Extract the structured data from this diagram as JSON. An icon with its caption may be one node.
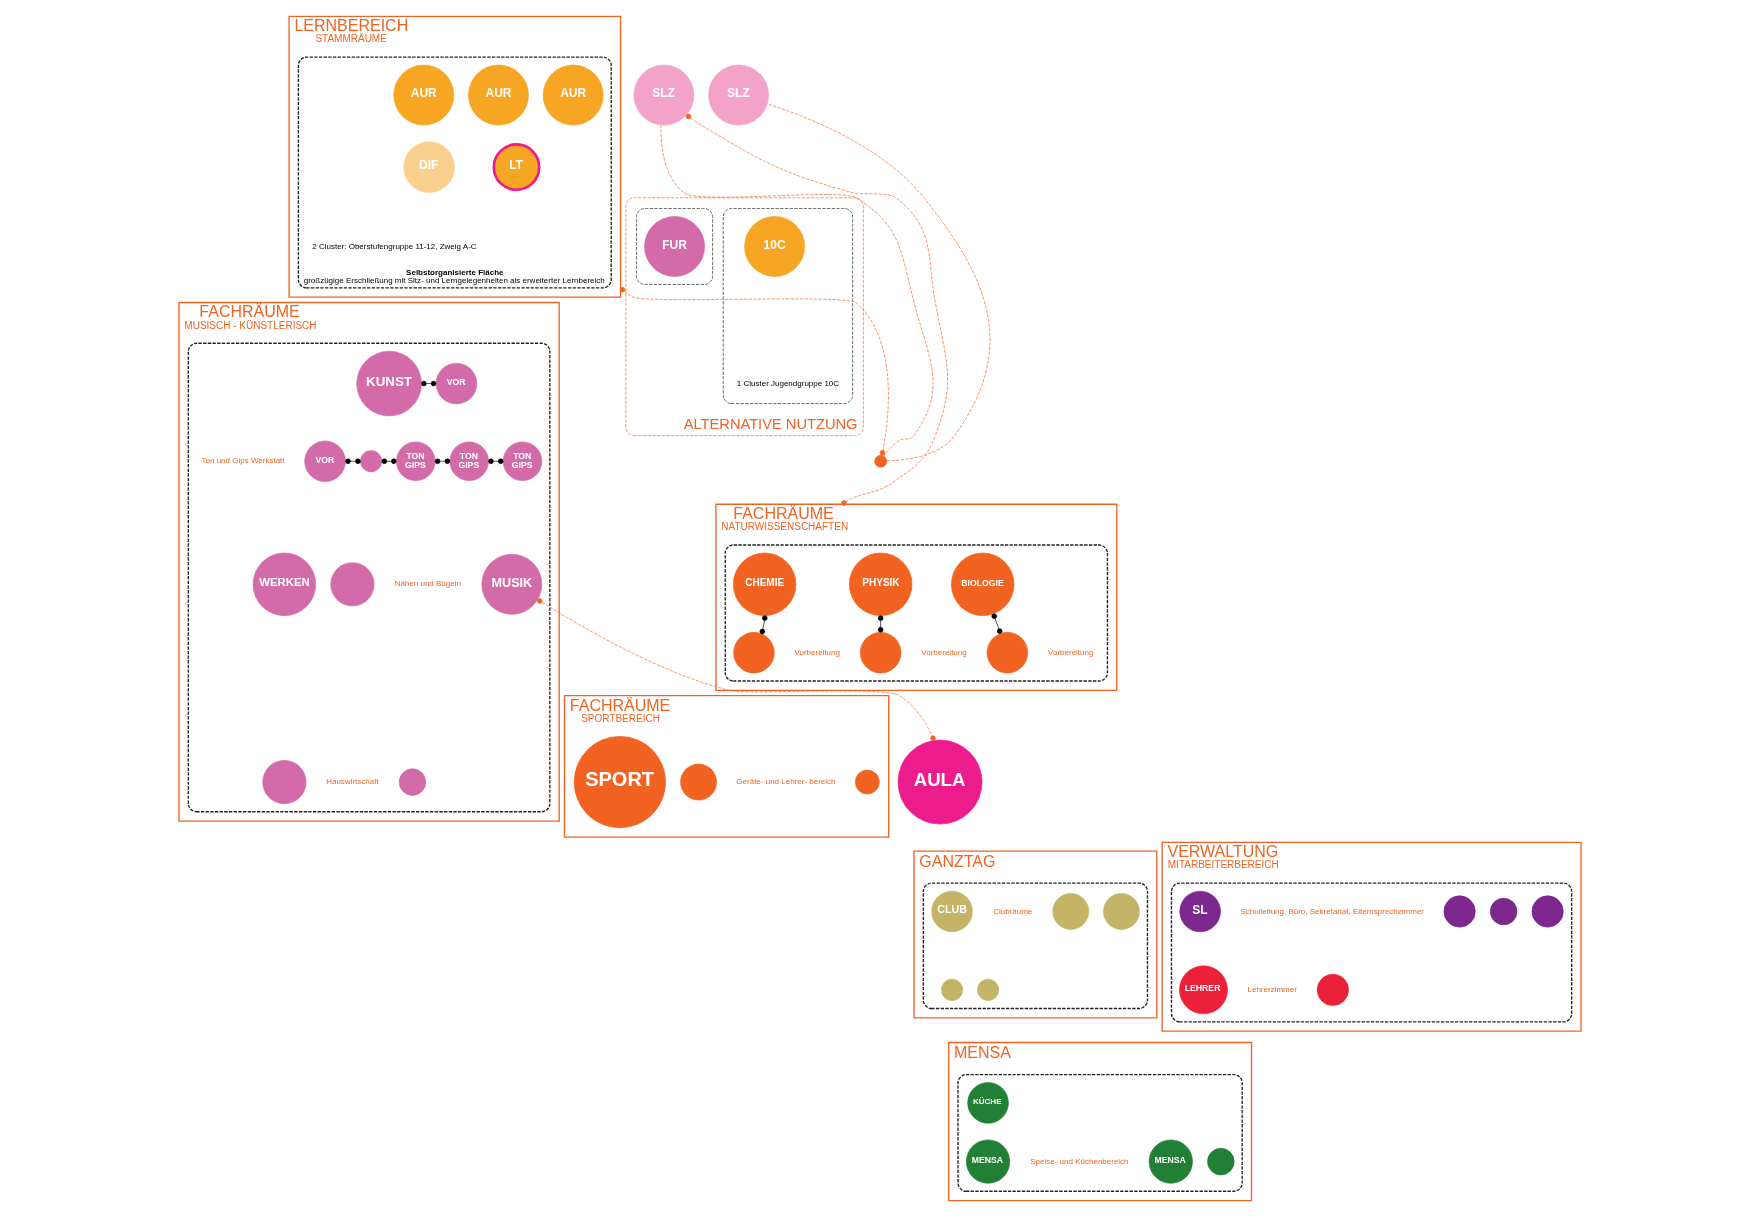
{
  "diagram": {
    "nodes": [
      {
        "text": [
          "LERNBEREICH",
          "STAMMRÄUME"
        ]
      },
      {
        "text": [
          "Selbstorganisierte Fläche",
          "großzügige Erschließung mit Sitz- und Lerngelegenheiten als erweiterter Lernbereich"
        ],
        "beside": [
          "2 Cluster: Oberstufengruppe 11-12, Zweig A-C"
        ],
        "in": 0
      },
      {
        "text": [
          "AUR"
        ],
        "in": 1
      },
      {
        "text": [
          "AUR"
        ],
        "in": 1
      },
      {
        "text": [
          "AUR"
        ],
        "in": 1
      },
      {
        "text": [
          "DIF"
        ],
        "in": 1
      },
      {
        "text": [
          "LT"
        ],
        "in": 1
      },
      {
        "text": [
          "ALTERNATIVE NUTZUNG"
        ]
      },
      {
        "text": [],
        "shape": "box",
        "beside": [
          "1 Cluster Jugendgruppe 10C"
        ],
        "in": 7
      },
      {
        "text": [
          "10C"
        ],
        "in": 8
      },
      {
        "text": [],
        "shape": "box",
        "in": 7
      },
      {
        "text": [
          "FUR"
        ],
        "in": 10
      },
      {
        "text": [
          "FACHRÄUME",
          "MUSISCH - KÜNSTLERISCH"
        ]
      },
      {
        "text": [],
        "shape": "box",
        "in": 12
      },
      {
        "text": [
          "KUNST"
        ],
        "in": 13
      },
      {
        "text": [
          "VOR"
        ],
        "in": 13
      },
      {
        "text": [
          "VOR"
        ],
        "beside": [
          "Ton und Gips Werkstatt"
        ],
        "in": 13
      },
      {
        "text": [],
        "shape": "circle",
        "in": 13
      },
      {
        "text": [
          "TON GIPS"
        ],
        "in": 13
      },
      {
        "text": [
          "TON GIPS"
        ],
        "in": 13
      },
      {
        "text": [
          "TON GIPS"
        ],
        "in": 13
      },
      {
        "text": [
          "WERKEN"
        ],
        "in": 13
      },
      {
        "text": [],
        "shape": "circle",
        "beside": [
          "Nähen und Bügeln"
        ],
        "in": 13
      },
      {
        "text": [
          "MUSIK"
        ],
        "in": 13
      },
      {
        "text": [],
        "shape": "circle",
        "beside": [
          "Hauswirtschaft"
        ],
        "in": 13
      },
      {
        "text": [],
        "shape": "circle",
        "in": 13
      },
      {
        "text": [],
        "shape": "circle"
      },
      {
        "text": [
          "SLZ"
        ]
      },
      {
        "text": [
          "SLZ"
        ]
      },
      {
        "text": [
          "AULA"
        ]
      },
      {
        "text": [
          "FACHRÄUME",
          "NATURWISSENSCHAFTEN"
        ]
      },
      {
        "text": [],
        "shape": "box",
        "in": 30
      },
      {
        "text": [
          "CHEMIE"
        ],
        "in": 31
      },
      {
        "text": [
          "PHYSIK"
        ],
        "in": 31
      },
      {
        "text": [
          "BIOLOGIE"
        ],
        "in": 31
      },
      {
        "text": [],
        "shape": "circle",
        "beside": [
          "Vorbereitung"
        ],
        "in": 31
      },
      {
        "text": [],
        "shape": "circle",
        "beside": [
          "Vorbereitung"
        ],
        "in": 31
      },
      {
        "text": [],
        "shape": "circle",
        "beside": [
          "Vorbereitung"
        ],
        "in": 31
      },
      {
        "text": [
          "FACHRÄUME",
          "SPORTBEREICH"
        ]
      },
      {
        "text": [
          "SPORT"
        ],
        "in": 38
      },
      {
        "text": [],
        "shape": "circle",
        "beside": [
          "Geräte- und Lehrer- bereich"
        ],
        "in": 38
      },
      {
        "text": [],
        "shape": "circle",
        "in": 38
      },
      {
        "text": [
          "GANZTAG"
        ]
      },
      {
        "text": [],
        "shape": "box",
        "in": 42
      },
      {
        "text": [
          "CLUB"
        ],
        "beside": [
          "Clubräume"
        ],
        "in": 43
      },
      {
        "text": [],
        "shape": "circle",
        "in": 43
      },
      {
        "text": [],
        "shape": "circle",
        "in": 43
      },
      {
        "text": [],
        "shape": "circle",
        "in": 43
      },
      {
        "text": [],
        "shape": "circle",
        "in": 43
      },
      {
        "text": [
          "VERWALTUNG",
          "MITARBEITERBEREICH"
        ]
      },
      {
        "text": [],
        "shape": "box",
        "in": 49
      },
      {
        "text": [
          "SL"
        ],
        "beside": [
          "Schulleitung, Büro, Sekretariat, Elternsprechzimmer"
        ],
        "in": 50
      },
      {
        "text": [],
        "shape": "circle",
        "in": 50
      },
      {
        "text": [],
        "shape": "circle",
        "in": 50
      },
      {
        "text": [],
        "shape": "circle",
        "in": 50
      },
      {
        "text": [
          "LEHRER"
        ],
        "beside": [
          "Lehrerzimmer"
        ],
        "in": 50
      },
      {
        "text": [],
        "shape": "circle",
        "in": 50
      },
      {
        "text": [
          "MENSA"
        ]
      },
      {
        "text": [],
        "shape": "box",
        "in": 57
      },
      {
        "text": [
          "KÜCHE"
        ],
        "in": 58
      },
      {
        "text": [
          "MENSA"
        ],
        "beside": [
          "Speise- und Küchenbereich"
        ],
        "in": 58
      },
      {
        "text": [
          "MENSA"
        ],
        "in": 58
      },
      {
        "text": [],
        "shape": "circle",
        "in": 58
      }
    ],
    "edges": [
      {
        "from": 0,
        "to": 26,
        "arrow": "other",
        "style": "dashed",
        "color": "#f26322"
      },
      {
        "from": 26,
        "to": 27,
        "arrow": "none",
        "style": "dashed",
        "color": "#f26322"
      },
      {
        "from": 26,
        "to": 28,
        "arrow": "none",
        "style": "dashed",
        "color": "#f26322"
      },
      {
        "from": 28,
        "to": 30,
        "arrow": "other",
        "style": "dashed",
        "color": "#f26322"
      },
      {
        "from": 23,
        "to": 29,
        "arrow": "other",
        "style": "dashed",
        "color": "#f26322"
      },
      {
        "from": 14,
        "to": 15,
        "arrow": "other"
      },
      {
        "from": 16,
        "to": 17,
        "arrow": "other"
      },
      {
        "from": 17,
        "to": 18,
        "arrow": "other"
      },
      {
        "from": 18,
        "to": 19,
        "arrow": "other"
      },
      {
        "from": 19,
        "to": 20,
        "arrow": "other"
      },
      {
        "from": 32,
        "to": 35,
        "arrow": "other"
      },
      {
        "from": 33,
        "to": 36,
        "arrow": "other"
      },
      {
        "from": 34,
        "to": 37,
        "arrow": "other"
      }
    ]
  }
}
